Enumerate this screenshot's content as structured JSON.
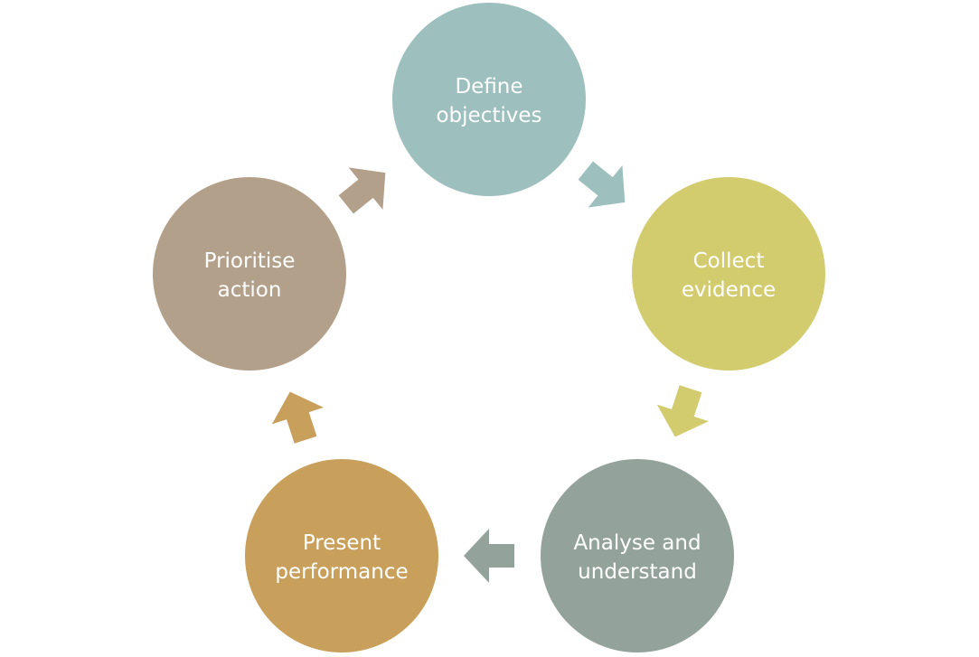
{
  "diagram": {
    "type": "cycle",
    "steps": [
      {
        "id": "define-objectives",
        "lines": [
          "Define",
          "objectives"
        ],
        "color": "#9dbfbe"
      },
      {
        "id": "collect-evidence",
        "lines": [
          "Collect",
          "evidence"
        ],
        "color": "#d2cc6f"
      },
      {
        "id": "analyse-and-understand",
        "lines": [
          "Analyse and",
          "understand"
        ],
        "color": "#93a39b"
      },
      {
        "id": "present-performance",
        "lines": [
          "Present",
          "performance"
        ],
        "color": "#c8a05c"
      },
      {
        "id": "prioritise-action",
        "lines": [
          "Prioritise",
          "action"
        ],
        "color": "#b3a08a"
      }
    ],
    "arrows": [
      {
        "from": "define-objectives",
        "to": "collect-evidence",
        "color": "#9dbfbe"
      },
      {
        "from": "collect-evidence",
        "to": "analyse-and-understand",
        "color": "#d2cc6f"
      },
      {
        "from": "analyse-and-understand",
        "to": "present-performance",
        "color": "#93a39b"
      },
      {
        "from": "present-performance",
        "to": "prioritise-action",
        "color": "#c8a05c"
      },
      {
        "from": "prioritise-action",
        "to": "define-objectives",
        "color": "#b3a08a"
      }
    ]
  }
}
